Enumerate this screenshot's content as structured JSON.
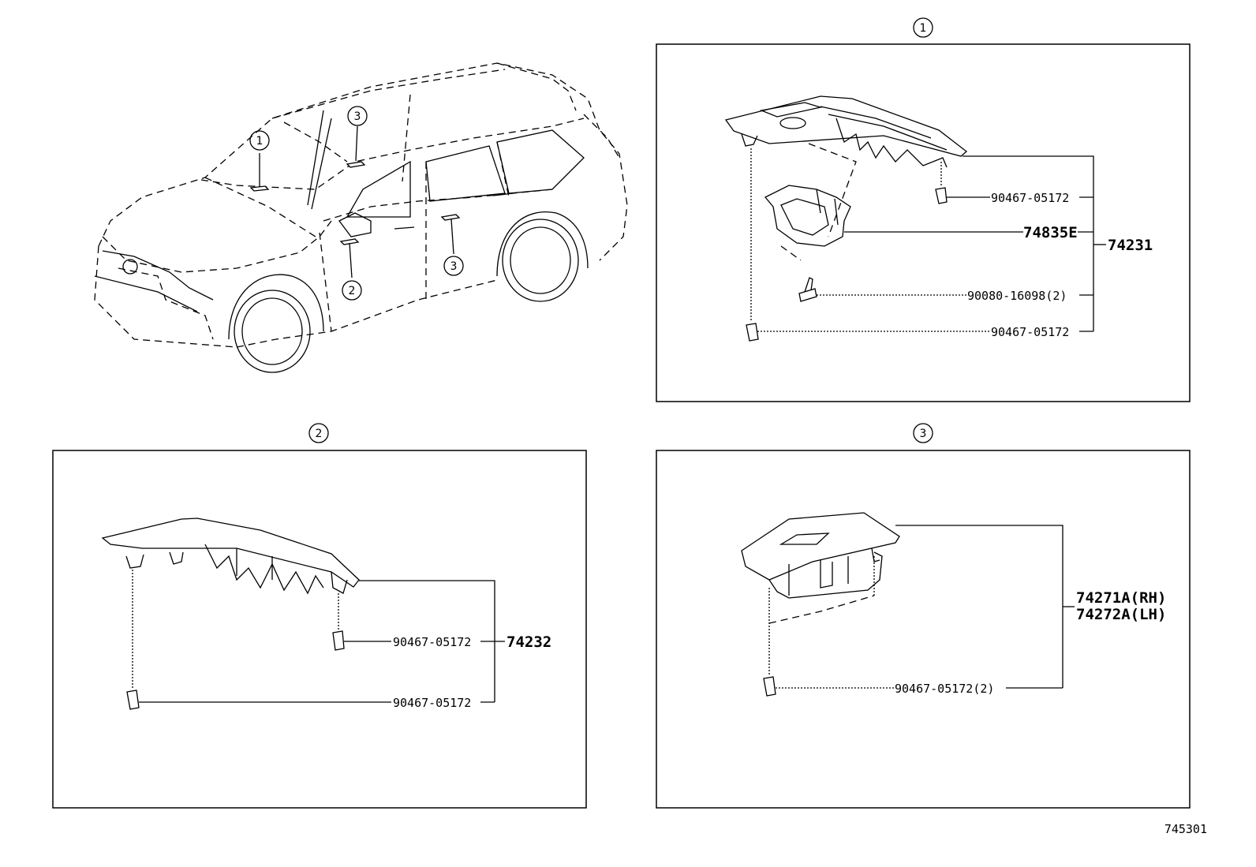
{
  "callouts": [
    "1",
    "2",
    "3"
  ],
  "panel1": {
    "callout": "1",
    "labels": {
      "clip_top": "90467-05172",
      "sub_bracket": "74835E",
      "screw": "90080-16098(2)",
      "clip_bottom": "90467-05172",
      "assembly": "74231"
    }
  },
  "panel2": {
    "callout": "2",
    "labels": {
      "clip_top": "90467-05172",
      "clip_bottom": "90467-05172",
      "assembly": "74232"
    }
  },
  "panel3": {
    "callout": "3",
    "labels": {
      "rh": "74271A(RH)",
      "lh": "74272A(LH)",
      "clip": "90467-05172(2)"
    }
  },
  "car_callouts": [
    "1",
    "3",
    "2",
    "3"
  ],
  "figure_code": "745301"
}
